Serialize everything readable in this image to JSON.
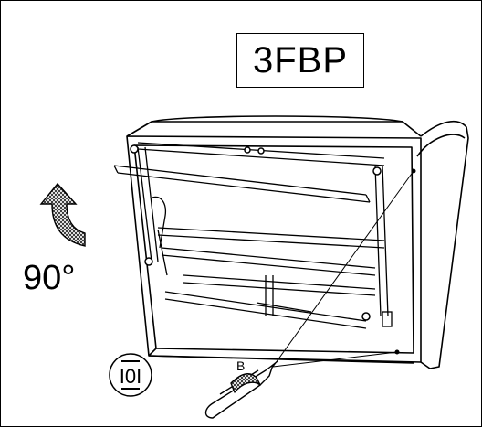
{
  "model_label": "3FBP",
  "rotation_label": "90°",
  "callout_label": "B",
  "icon_badge": {
    "name": "wrench-hex-icon",
    "glyph": "I0I"
  },
  "colors": {
    "line": "#000000",
    "background": "#ffffff",
    "arrow_fill": "#9a9a9a"
  }
}
